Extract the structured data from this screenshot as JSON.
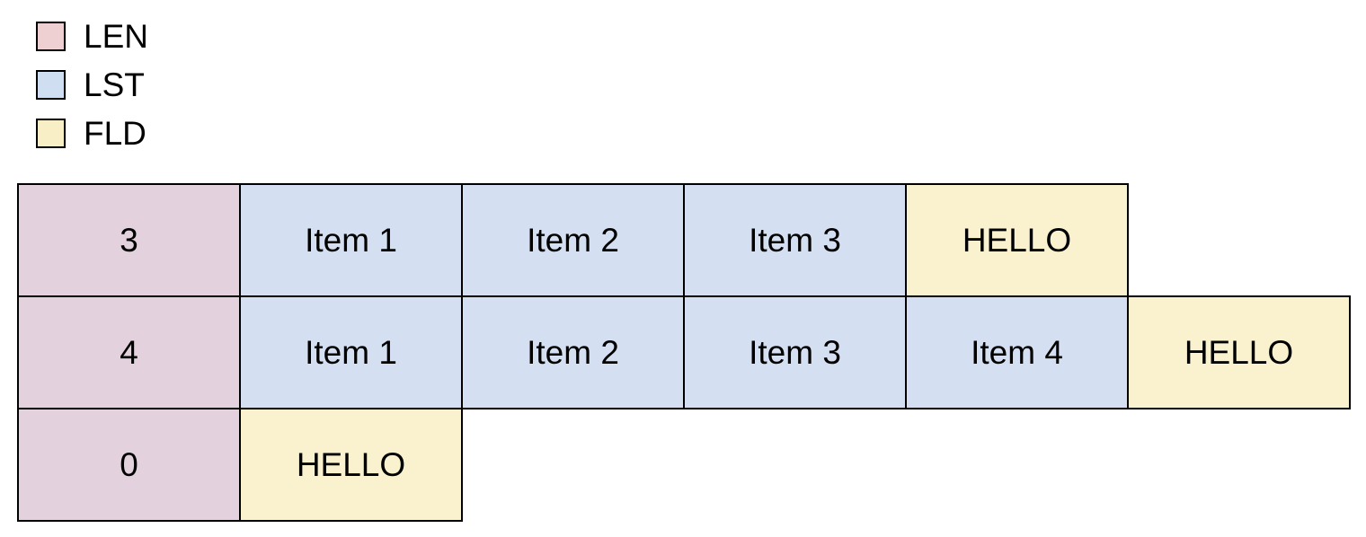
{
  "colors": {
    "border": "#000000",
    "text": "#000000",
    "background": "#ffffff",
    "legend": {
      "len": "#eed0d2",
      "lst": "#cfdef1",
      "fld": "#f9efc7"
    },
    "cell": {
      "len": "#e3d2dd",
      "lst": "#d4e0f1",
      "fld": "#faf2ce"
    }
  },
  "legend": {
    "items": [
      {
        "label": "LEN",
        "type": "len"
      },
      {
        "label": "LST",
        "type": "lst"
      },
      {
        "label": "FLD",
        "type": "fld"
      }
    ]
  },
  "diagram": {
    "rows": [
      {
        "len": "3",
        "items": [
          "Item 1",
          "Item 2",
          "Item 3"
        ],
        "fld": "HELLO"
      },
      {
        "len": "4",
        "items": [
          "Item 1",
          "Item 2",
          "Item 3",
          "Item 4"
        ],
        "fld": "HELLO"
      },
      {
        "len": "0",
        "items": [],
        "fld": "HELLO"
      }
    ]
  }
}
